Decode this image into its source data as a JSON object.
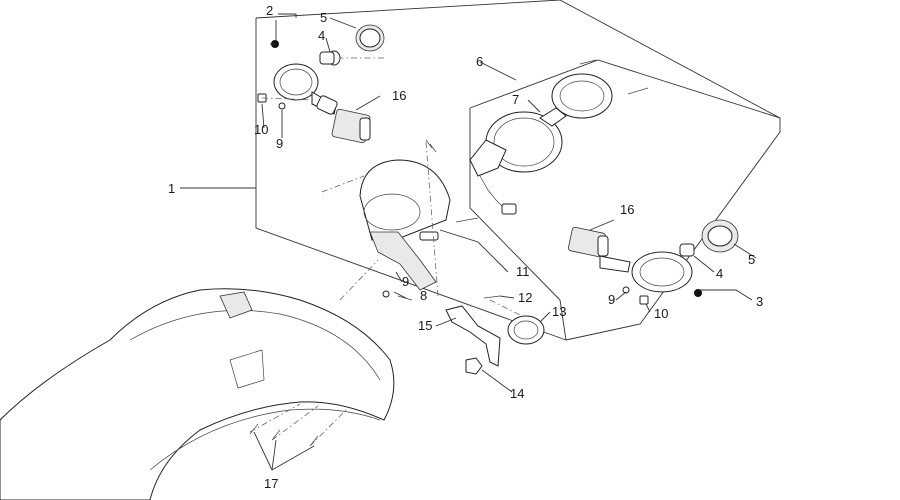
{
  "callouts": [
    {
      "id": "c1",
      "label": "1"
    },
    {
      "id": "c2",
      "label": "2"
    },
    {
      "id": "c3",
      "label": "3"
    },
    {
      "id": "c4a",
      "label": "4"
    },
    {
      "id": "c4b",
      "label": "4"
    },
    {
      "id": "c5a",
      "label": "5"
    },
    {
      "id": "c5b",
      "label": "5"
    },
    {
      "id": "c6",
      "label": "6"
    },
    {
      "id": "c7",
      "label": "7"
    },
    {
      "id": "c8",
      "label": "8"
    },
    {
      "id": "c9a",
      "label": "9"
    },
    {
      "id": "c9b",
      "label": "9"
    },
    {
      "id": "c9c",
      "label": "9"
    },
    {
      "id": "c10a",
      "label": "10"
    },
    {
      "id": "c10b",
      "label": "10"
    },
    {
      "id": "c11",
      "label": "11"
    },
    {
      "id": "c12",
      "label": "12"
    },
    {
      "id": "c13",
      "label": "13"
    },
    {
      "id": "c14",
      "label": "14"
    },
    {
      "id": "c15",
      "label": "15"
    },
    {
      "id": "c16a",
      "label": "16"
    },
    {
      "id": "c16b",
      "label": "16"
    },
    {
      "id": "c17",
      "label": "17"
    }
  ]
}
